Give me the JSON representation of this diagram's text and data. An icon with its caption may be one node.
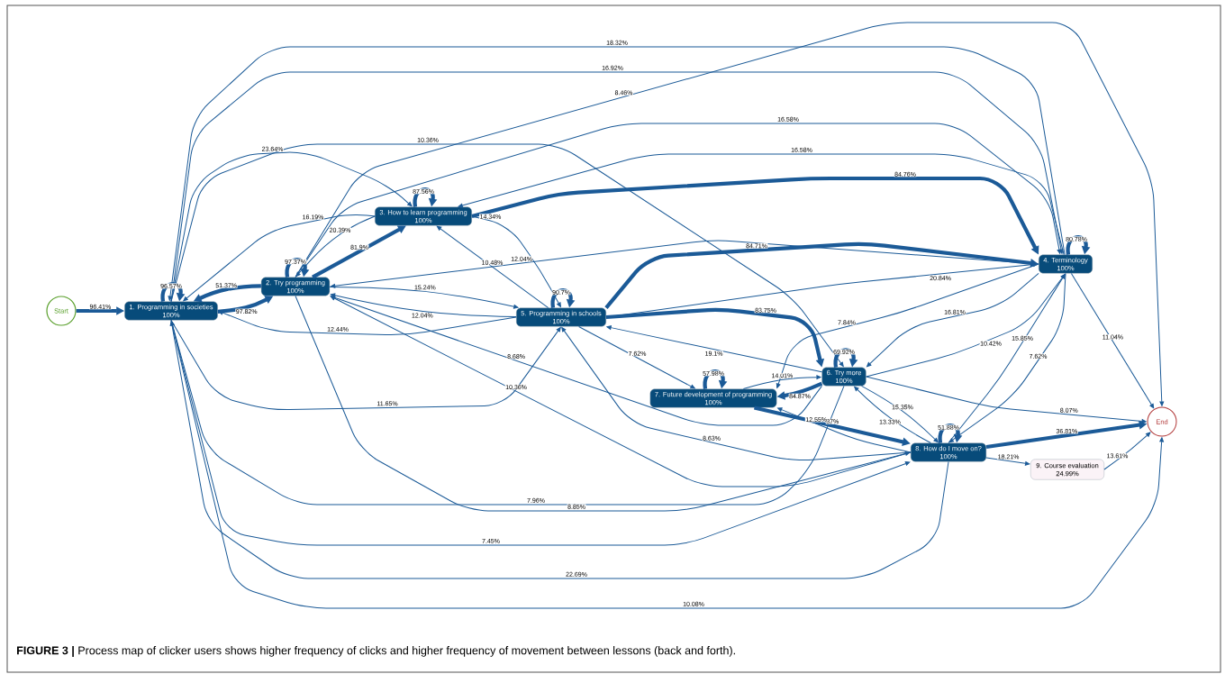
{
  "diagram": {
    "caption": "**FIGURE 3 |** Process map of clicker users shows higher frequency of clicks and higher frequency of movement between lessons (back and forth).",
    "nodes": [
      {
        "text": [
          "Start"
        ]
      },
      {
        "text": [
          "1. Programming in societies",
          "100%"
        ]
      },
      {
        "text": [
          "2. Try programming",
          "100%"
        ]
      },
      {
        "text": [
          "3. How to learn programming",
          "100%"
        ]
      },
      {
        "text": [
          "4. Terminology",
          "100%"
        ]
      },
      {
        "text": [
          "5. Programming in schools",
          "100%"
        ]
      },
      {
        "text": [
          "6. Try more",
          "100%"
        ]
      },
      {
        "text": [
          "7. Future development of programming",
          "100%"
        ]
      },
      {
        "text": [
          "8. How do I move on?",
          "100%"
        ]
      },
      {
        "text": [
          "9. Course evaluation",
          "24.99%"
        ]
      },
      {
        "text": [
          "End"
        ]
      }
    ],
    "edges": [
      {
        "from": 0,
        "to": 1,
        "arrow": "to",
        "label": "96.41%",
        "style": "thick"
      },
      {
        "from": 1,
        "to": 1,
        "arrow": "to",
        "label": "96.57%",
        "style": "thick"
      },
      {
        "from": 2,
        "to": 1,
        "arrow": "to",
        "label": "51.37%",
        "style": "thick"
      },
      {
        "from": 1,
        "to": 2,
        "arrow": "to",
        "label": "97.82%",
        "style": "thick"
      },
      {
        "from": 2,
        "to": 2,
        "arrow": "to",
        "label": "97.37%",
        "style": "thick"
      },
      {
        "from": 2,
        "to": 3,
        "arrow": "to",
        "label": "81.9%",
        "style": "thick"
      },
      {
        "from": 3,
        "to": 3,
        "arrow": "to",
        "label": "87.56%",
        "style": "thick"
      },
      {
        "from": 1,
        "to": 3,
        "arrow": "to",
        "label": "23.64%"
      },
      {
        "from": 3,
        "to": 1,
        "arrow": "to",
        "label": "16.19%"
      },
      {
        "from": 3,
        "to": 2,
        "arrow": "to",
        "label": "20.39%"
      },
      {
        "from": 3,
        "to": 4,
        "arrow": "to",
        "label": "84.76%",
        "style": "thick"
      },
      {
        "from": 3,
        "to": 5,
        "arrow": "to",
        "label": "14.34%"
      },
      {
        "from": 5,
        "to": 3,
        "arrow": "to",
        "label": "10.48%"
      },
      {
        "from": 4,
        "to": 3,
        "arrow": "to",
        "label": "16.58%"
      },
      {
        "from": 2,
        "to": 4,
        "arrow": "to",
        "label": "16.58%"
      },
      {
        "from": 4,
        "to": 1,
        "arrow": "to",
        "label": "18.32%"
      },
      {
        "from": 1,
        "to": 4,
        "arrow": "to",
        "label": "16.92%"
      },
      {
        "from": 2,
        "to": 10,
        "arrow": "to",
        "label": "8.46%"
      },
      {
        "from": 1,
        "to": 6,
        "arrow": "to",
        "label": "10.36%"
      },
      {
        "from": 4,
        "to": 2,
        "arrow": "to",
        "label": "12.04%"
      },
      {
        "from": 5,
        "to": 4,
        "arrow": "to",
        "label": "84.71%",
        "style": "thick"
      },
      {
        "from": 5,
        "to": 4,
        "arrow": "to",
        "label": "20.84%"
      },
      {
        "from": 5,
        "to": 5,
        "arrow": "to",
        "label": "90.7%",
        "style": "thick"
      },
      {
        "from": 2,
        "to": 5,
        "arrow": "to",
        "label": "15.24%"
      },
      {
        "from": 5,
        "to": 2,
        "arrow": "to",
        "label": "12.04%"
      },
      {
        "from": 5,
        "to": 1,
        "arrow": "to",
        "label": "12.44%"
      },
      {
        "from": 5,
        "to": 6,
        "arrow": "to",
        "label": "83.75%",
        "style": "thick"
      },
      {
        "from": 6,
        "to": 5,
        "arrow": "to",
        "label": "19.1%"
      },
      {
        "from": 5,
        "to": 7,
        "arrow": "to",
        "label": "7.62%"
      },
      {
        "from": 6,
        "to": 2,
        "arrow": "to",
        "label": "8.68%"
      },
      {
        "from": 1,
        "to": 5,
        "arrow": "to",
        "label": "11.65%"
      },
      {
        "from": 8,
        "to": 2,
        "arrow": "to",
        "label": "10.36%"
      },
      {
        "from": 6,
        "to": 1,
        "arrow": "to",
        "label": "7.96%"
      },
      {
        "from": 2,
        "to": 8,
        "arrow": "to",
        "label": "8.85%"
      },
      {
        "from": 8,
        "to": 5,
        "arrow": "to",
        "label": "8.63%"
      },
      {
        "from": 1,
        "to": 8,
        "arrow": "to",
        "label": "7.45%"
      },
      {
        "from": 8,
        "to": 1,
        "arrow": "to",
        "label": "22.69%"
      },
      {
        "from": 1,
        "to": 10,
        "arrow": "to",
        "label": "10.08%"
      },
      {
        "from": 7,
        "to": 7,
        "arrow": "to",
        "label": "57.98%",
        "style": "thick"
      },
      {
        "from": 7,
        "to": 6,
        "arrow": "to",
        "label": "14.01%"
      },
      {
        "from": 6,
        "to": 7,
        "arrow": "to",
        "label": "84.87%",
        "style": "thick"
      },
      {
        "from": 6,
        "to": 6,
        "arrow": "to",
        "label": "69.92%",
        "style": "thick"
      },
      {
        "from": 4,
        "to": 4,
        "arrow": "to",
        "label": "80.78%",
        "style": "thick"
      },
      {
        "from": 4,
        "to": 7,
        "arrow": "to",
        "label": "7.84%"
      },
      {
        "from": 4,
        "to": 6,
        "arrow": "to",
        "label": "16.81%"
      },
      {
        "from": 6,
        "to": 4,
        "arrow": "to",
        "label": "10.42%"
      },
      {
        "from": 8,
        "to": 4,
        "arrow": "to",
        "label": "15.85%"
      },
      {
        "from": 4,
        "to": 8,
        "arrow": "to",
        "label": "7.62%"
      },
      {
        "from": 4,
        "to": 10,
        "arrow": "to",
        "label": "11.04%"
      },
      {
        "from": 6,
        "to": 10,
        "arrow": "to",
        "label": "8.07%"
      },
      {
        "from": 8,
        "to": 10,
        "arrow": "to",
        "label": "36.81%",
        "style": "thick"
      },
      {
        "from": 8,
        "to": 9,
        "arrow": "to",
        "label": "18.21%"
      },
      {
        "from": 9,
        "to": 10,
        "arrow": "to",
        "label": "13.61%"
      },
      {
        "from": 6,
        "to": 8,
        "arrow": "to",
        "label": "15.35%"
      },
      {
        "from": 8,
        "to": 6,
        "arrow": "to",
        "label": "13.33%"
      },
      {
        "from": 7,
        "to": 8,
        "arrow": "to",
        "label": "87%",
        "style": "thick"
      },
      {
        "from": 8,
        "to": 7,
        "arrow": "to",
        "label": "12.55%"
      },
      {
        "from": 8,
        "to": 8,
        "arrow": "to",
        "label": "51.88%",
        "style": "thick"
      }
    ]
  }
}
